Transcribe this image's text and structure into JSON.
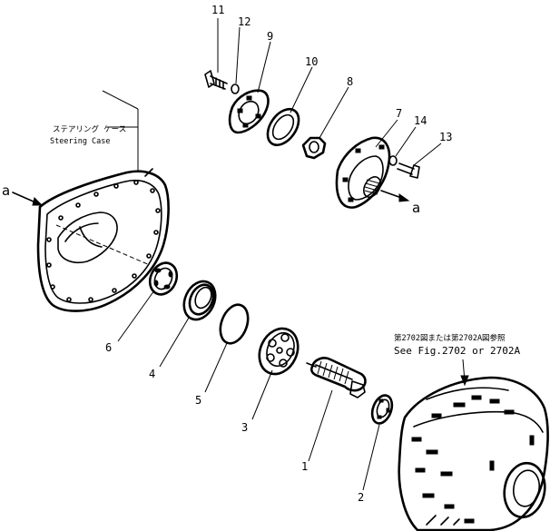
{
  "parts": [
    {
      "id": "p11",
      "number": "11"
    },
    {
      "id": "p12",
      "number": "12"
    },
    {
      "id": "p9",
      "number": "9"
    },
    {
      "id": "p10",
      "number": "10"
    },
    {
      "id": "p8",
      "number": "8"
    },
    {
      "id": "p7",
      "number": "7"
    },
    {
      "id": "p14",
      "number": "14"
    },
    {
      "id": "p13",
      "number": "13"
    },
    {
      "id": "p6",
      "number": "6"
    },
    {
      "id": "p4",
      "number": "4"
    },
    {
      "id": "p5",
      "number": "5"
    },
    {
      "id": "p3",
      "number": "3"
    },
    {
      "id": "p1",
      "number": "1"
    },
    {
      "id": "p2",
      "number": "2"
    }
  ],
  "steering_case": {
    "label_jp": "ステアリング ケース",
    "label_en": "Steering Case"
  },
  "reference": {
    "label_jp": "第2702図または第2702A図参照",
    "label_en": "See Fig.2702 or 2702A"
  },
  "markers": {
    "left": "a",
    "right": "a"
  }
}
